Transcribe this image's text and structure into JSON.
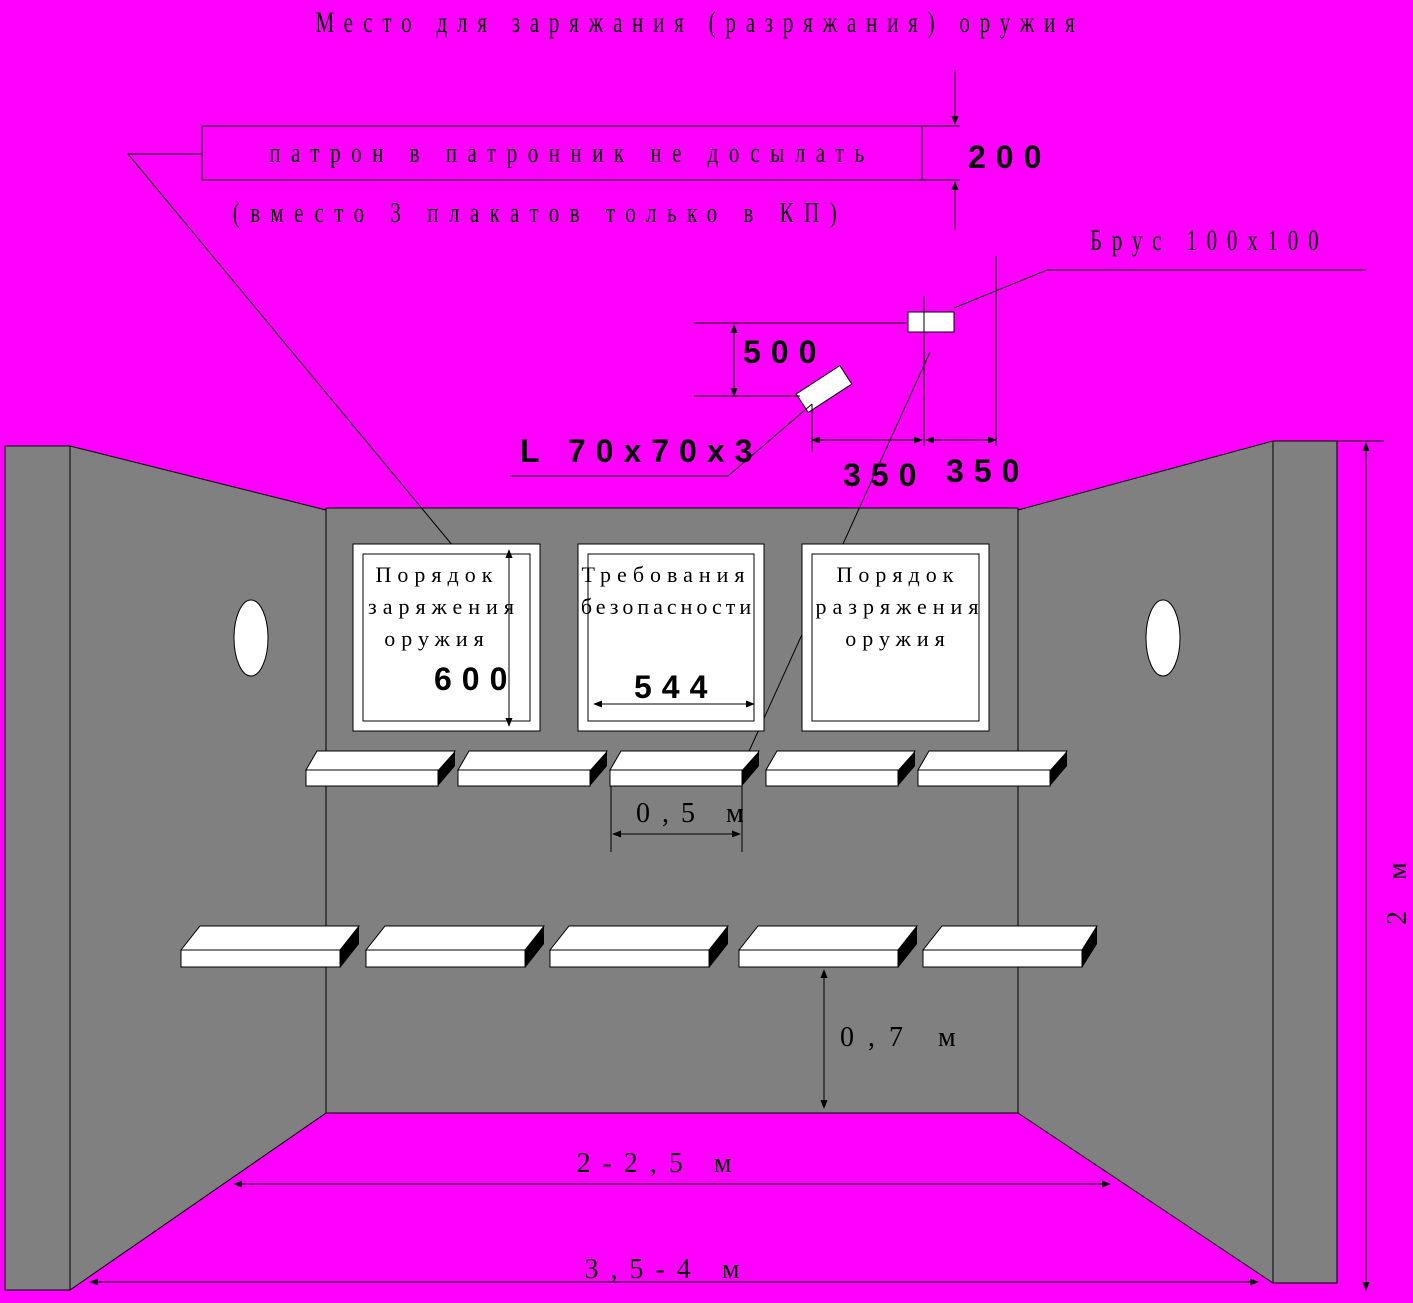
{
  "colors": {
    "background": "#ff00ff",
    "wall": "#808080",
    "wall_light": "#b0b0b0",
    "poster": "#ffffff",
    "line": "#000000"
  },
  "title": "Место для заряжания (разряжания) оружия",
  "banner": {
    "text": "патрон в патронник не досылать",
    "note": "(вместо 3 плакатов только в КП)",
    "height_label": "200"
  },
  "callouts": {
    "beam": "Брус 100х100",
    "angle": "L 70х70х3",
    "vertical_gap": "500",
    "horizontal_gap_left": "350",
    "horizontal_gap_right": "350"
  },
  "posters": [
    {
      "lines": [
        "Порядок",
        "заряжения",
        "оружия"
      ],
      "dimension": "600"
    },
    {
      "lines": [
        "Требования",
        "безопасности"
      ],
      "dimension": "544"
    },
    {
      "lines": [
        "Порядок",
        "разряжения",
        "оружия"
      ],
      "dimension": ""
    }
  ],
  "dimensions": {
    "shelf_spacing": "0,5 м",
    "lower_shelf_height": "0,7 м",
    "room_height": "2 м",
    "inner_width": "2-2,5 м",
    "outer_width": "3,5-4 м"
  }
}
